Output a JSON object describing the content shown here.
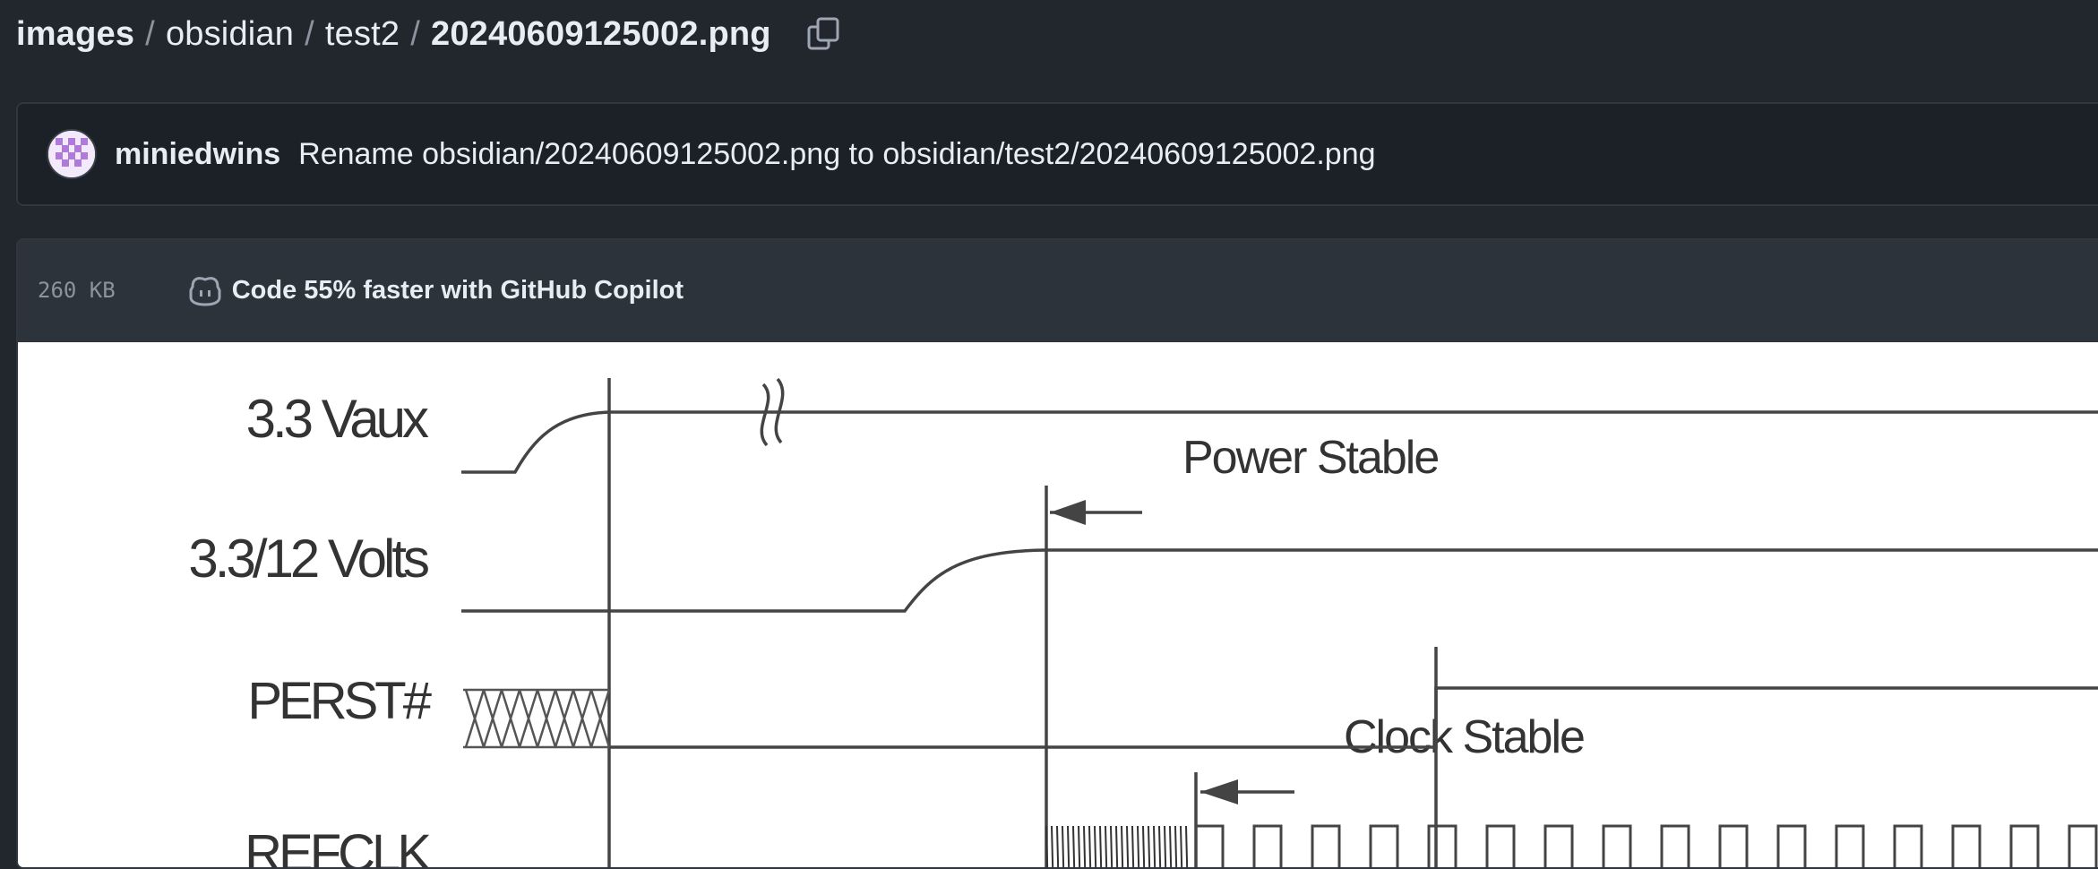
{
  "breadcrumb": {
    "root": "images",
    "separator": "/",
    "parts": [
      "obsidian",
      "test2"
    ],
    "current": "20240609125002.png",
    "copy_icon": "copy-icon"
  },
  "commit": {
    "avatar_icon": "identicon-avatar",
    "user": "miniedwins",
    "message": "Rename obsidian/20240609125002.png to obsidian/test2/20240609125002.png"
  },
  "file": {
    "size": "260 KB",
    "copilot_icon": "copilot-icon",
    "copilot_text": "Code 55% faster with GitHub Copilot"
  },
  "diagram": {
    "signals": [
      "3.3 Vaux",
      "3.3/12 Volts",
      "PERST#",
      "REFCLK"
    ],
    "annotations": [
      "Power Stable",
      "Clock Stable"
    ]
  },
  "colors": {
    "background": "#22272e",
    "header": "#2d333b",
    "border": "#30363d",
    "text": "#e6edf3",
    "muted": "#8b949e"
  }
}
